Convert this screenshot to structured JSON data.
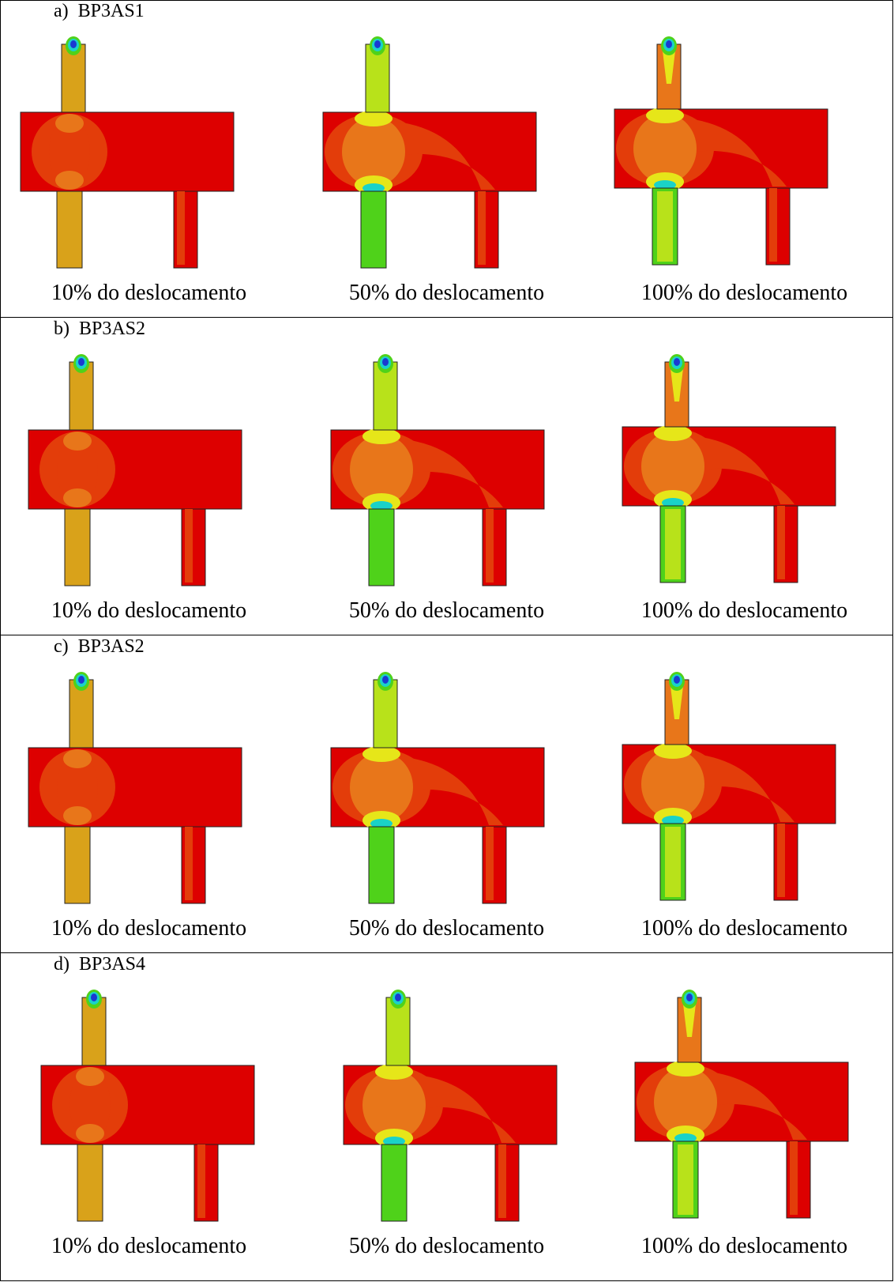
{
  "rows": [
    {
      "label": "a)  BP3AS1",
      "captions": [
        "10% do deslocamento",
        "50% do deslocamento",
        "100% do deslocamento"
      ]
    },
    {
      "label": "b)  BP3AS2",
      "captions": [
        "10% do deslocamento",
        "50% do deslocamento",
        "100% do deslocamento"
      ]
    },
    {
      "label": "c)  BP3AS2",
      "captions": [
        "10% do deslocamento",
        "50% do deslocamento",
        "100% do deslocamento"
      ]
    },
    {
      "label": "d)  BP3AS4",
      "captions": [
        "10% do deslocamento",
        "50% do deslocamento",
        "100% do deslocamento"
      ]
    }
  ],
  "colors": {
    "red": "#dd0000",
    "orange_red": "#e33d0a",
    "orange": "#e8761a",
    "amber": "#d9a21a",
    "yellow": "#e6e619",
    "yellow_green": "#b8e21a",
    "green": "#4fd21a",
    "cyan": "#1ad2c8",
    "blue": "#1a3ad2"
  }
}
